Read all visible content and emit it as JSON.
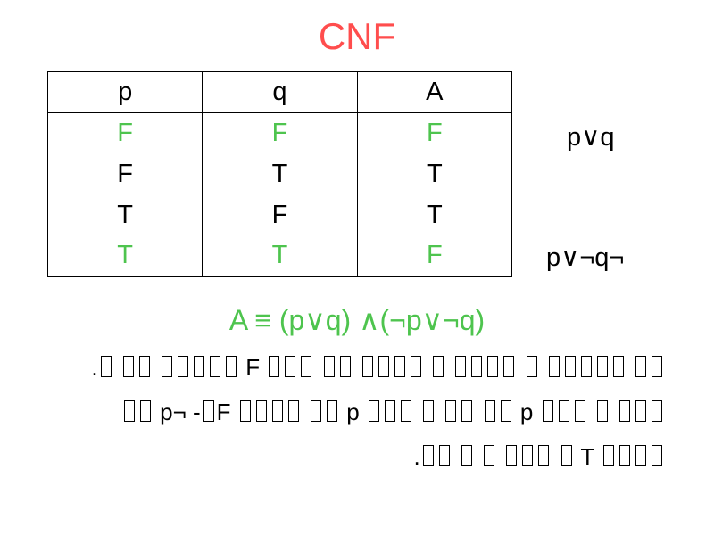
{
  "slide": {
    "title": "CNF"
  },
  "colors": {
    "background": "#ffffff",
    "title": "#ff4d4d",
    "highlight": "#4ec44e",
    "text": "#000000",
    "border": "#000000"
  },
  "table": {
    "headers": [
      "p",
      "q",
      "A"
    ],
    "rows": [
      [
        "F",
        "F",
        "F"
      ],
      [
        "F",
        "T",
        "T"
      ],
      [
        "T",
        "F",
        "T"
      ],
      [
        "T",
        "T",
        "F"
      ]
    ],
    "highlight_rows": [
      0,
      3
    ]
  },
  "side_labels": [
    {
      "text": "p∨q"
    },
    {
      "text": "p∨¬q¬"
    }
  ],
  "formula": "A ≡ (p∨q) ∧(¬p∨¬q)",
  "paragraph": {
    "lines": [
      ".▯ ▯▯ ▯▯▯▯▯ F ▯▯▯ ▯▯ ▯▯▯▯ ▯ ▯▯▯▯ ▯ ▯▯▯▯▯ ▯▯",
      "▯▯ p¬ -▯F ▯▯▯▯ ▯▯ p ▯▯▯ ▯ ▯▯ ▯▯ p ▯▯▯ ▯ ▯▯▯",
      ".▯▯ ▯ ▯ ▯▯▯ ▯ T ▯▯▯▯"
    ]
  }
}
